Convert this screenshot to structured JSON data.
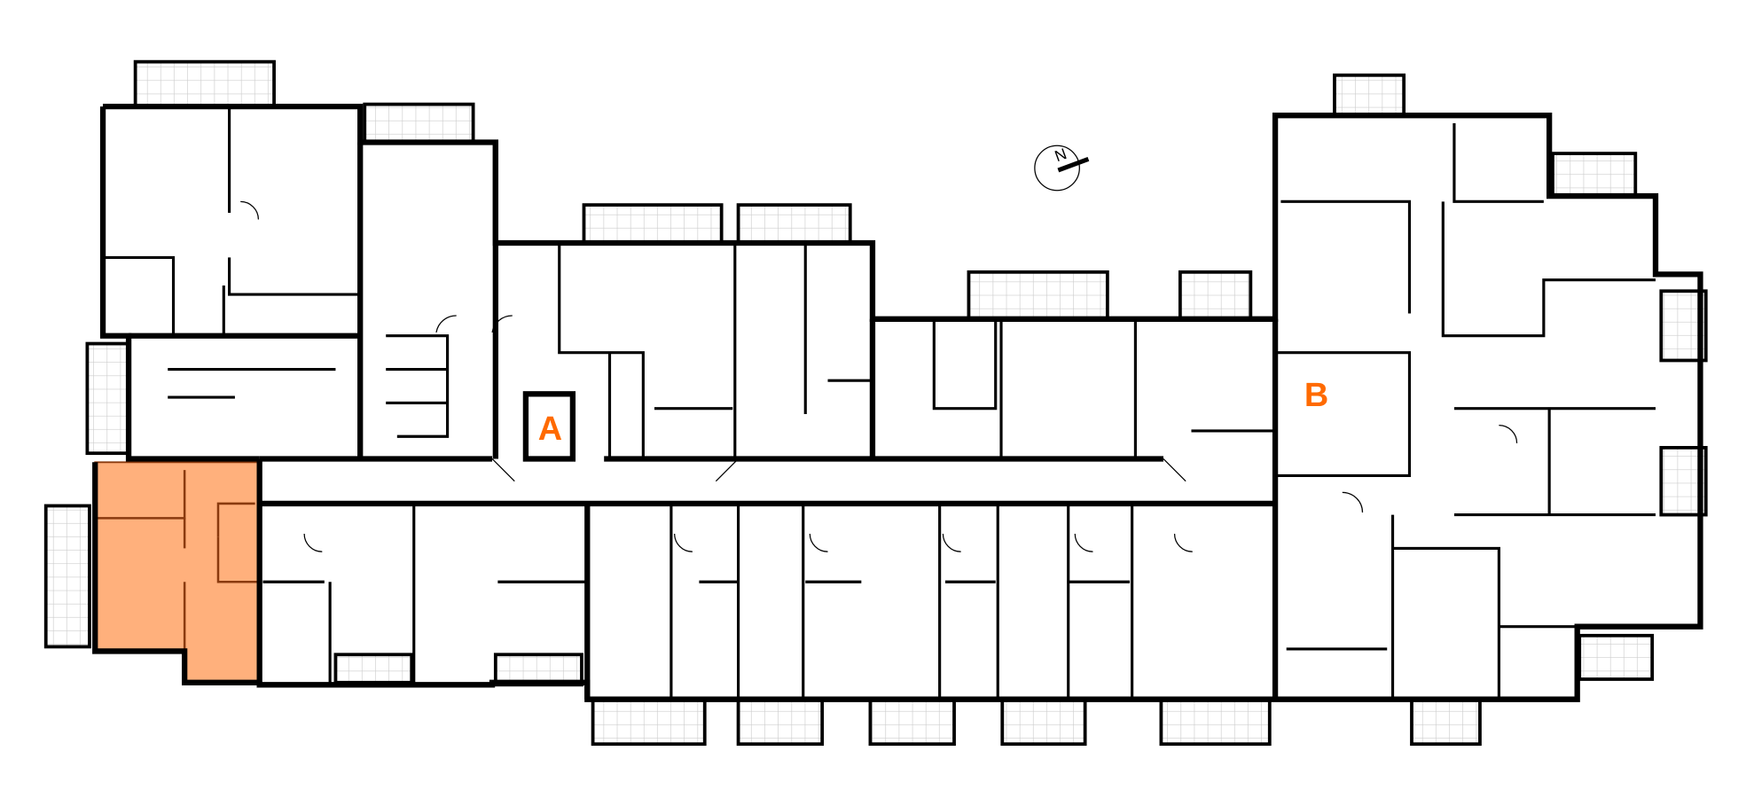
{
  "plan": {
    "section_a_label": "A",
    "section_b_label": "B",
    "compass_label": "N",
    "highlight_color": "#ffb07c",
    "highlight_wall_color": "#8a3a0e",
    "label_color": "#ff6a00"
  }
}
